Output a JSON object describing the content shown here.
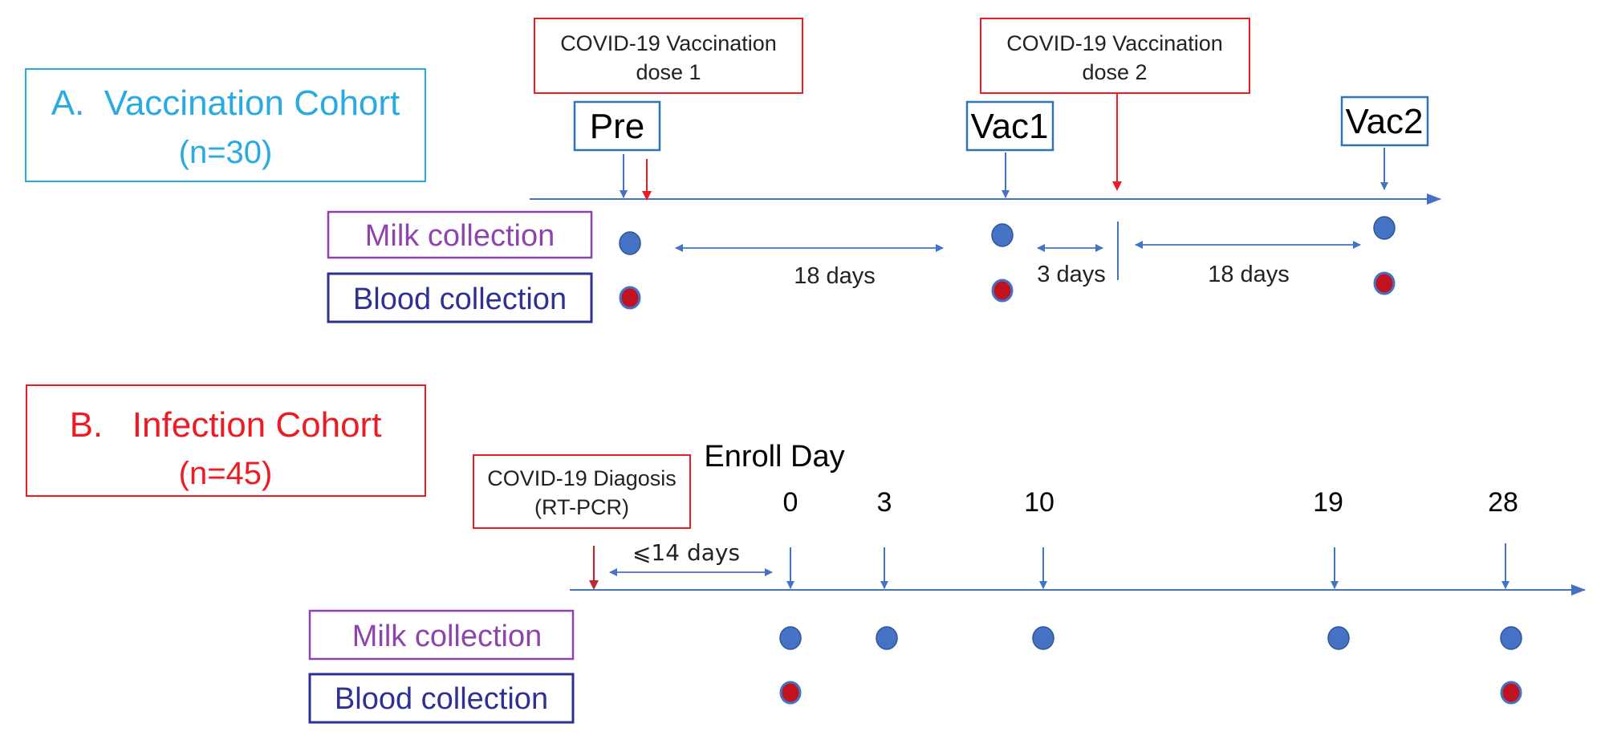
{
  "colors": {
    "cohort_a": "#29abe2",
    "cohort_b": "#ed1c24",
    "timeline": "#4472c4",
    "event_red": "#ed1c24",
    "milk": "#8e44ad",
    "blood": "#2e3192",
    "milk_dot": "#4472c4",
    "blood_dot_fill": "#c1121f",
    "blood_dot_ring": "#4472c4"
  },
  "panel_a": {
    "title": "A.  Vaccination Cohort",
    "n": "(n=30)",
    "dose1_line1": "COVID-19 Vaccination",
    "dose1_line2": "dose 1",
    "dose2_line1": "COVID-19 Vaccination",
    "dose2_line2": "dose 2",
    "timepoints": [
      "Pre",
      "Vac1",
      "Vac2"
    ],
    "milk_label": "Milk collection",
    "blood_label": "Blood collection",
    "interval_1": "18 days",
    "interval_2": "3 days",
    "interval_3": "18 days"
  },
  "panel_b": {
    "title": "B.   Infection Cohort",
    "n": "(n=45)",
    "diagnosis_line1": "COVID-19 Diagosis",
    "diagnosis_line2": "(RT-PCR)",
    "enroll_label": "Enroll Day",
    "interval": "⩽14 days",
    "days": [
      "0",
      "3",
      "10",
      "19",
      "28"
    ],
    "milk_label": "Milk collection",
    "blood_label": "Blood collection"
  }
}
